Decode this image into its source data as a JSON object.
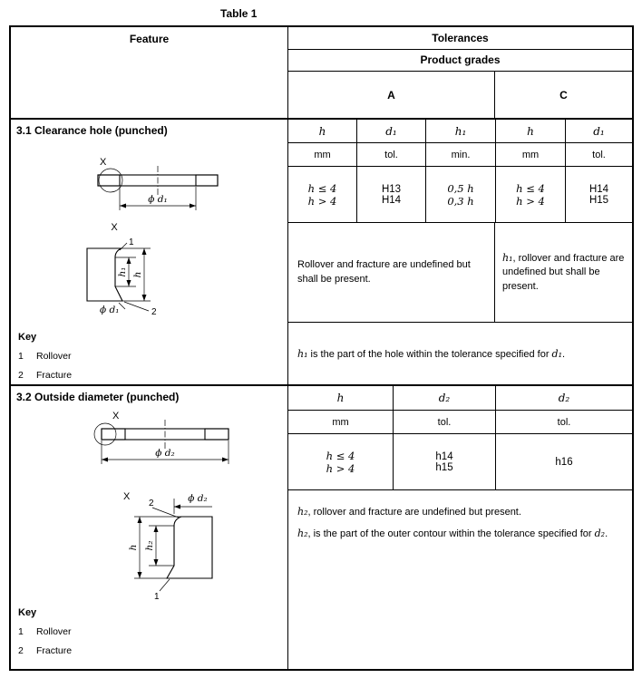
{
  "page": {
    "title": "Table 1"
  },
  "header": {
    "feature": "Feature",
    "tolerances": "Tolerances",
    "product_grades": "Product grades",
    "grade_a": "A",
    "grade_c": "C"
  },
  "s1": {
    "title": "3.1 Clearance hole (punched)",
    "symbols": [
      "h",
      "d₁",
      "h₁",
      "h",
      "d₁"
    ],
    "units": [
      "mm",
      "tol.",
      "min.",
      "mm",
      "tol."
    ],
    "rows": [
      [
        "h ≤ 4",
        "H13",
        "0,5 h",
        "h ≤ 4",
        "H14"
      ],
      [
        "h > 4",
        "H14",
        "0,3 h",
        "h > 4",
        "H15"
      ]
    ],
    "note_a": "Rollover and fracture are undefined but shall be present.",
    "note_c_sym": "h₁",
    "note_c_rest": ", rollover and fracture are undefined but shall be present.",
    "foot_sym1": "h₁",
    "foot_mid": " is the part of the hole within the tolerance specified for ",
    "foot_sym2": "d₁",
    "foot_end": ".",
    "key": {
      "heading": "Key",
      "item1_num": "1",
      "item1_label": "Rollover",
      "item2_num": "2",
      "item2_label": "Fracture"
    },
    "d1": {
      "x": "X",
      "dim": "ϕ d₁"
    },
    "d2": {
      "x": "X",
      "dim": "ϕ d₁",
      "n1": "1",
      "n2": "2",
      "h": "h",
      "h1": "h₁"
    }
  },
  "s2": {
    "title": "3.2 Outside diameter (punched)",
    "symbols": [
      "h",
      "d₂",
      "d₂"
    ],
    "units": [
      "mm",
      "tol.",
      "tol."
    ],
    "rows_h": [
      "h ≤ 4",
      "h > 4"
    ],
    "rows_a": [
      "h14",
      "h15"
    ],
    "c_span": "h16",
    "note1_sym": "h₂",
    "note1_rest": ", rollover and fracture are undefined but present.",
    "note2_sym": "h₂",
    "note2_rest": ", is the part of the outer contour within the tolerance specified for ",
    "note2_sym2": "d₂",
    "note2_end": ".",
    "key": {
      "heading": "Key",
      "item1_num": "1",
      "item1_label": "Rollover",
      "item2_num": "2",
      "item2_label": "Fracture"
    },
    "d3": {
      "x": "X",
      "dim": "ϕ d₂"
    },
    "d4": {
      "x": "X",
      "dim": "ϕ d₂",
      "n1": "1",
      "n2": "2",
      "h": "h",
      "h2": "h₂"
    }
  }
}
